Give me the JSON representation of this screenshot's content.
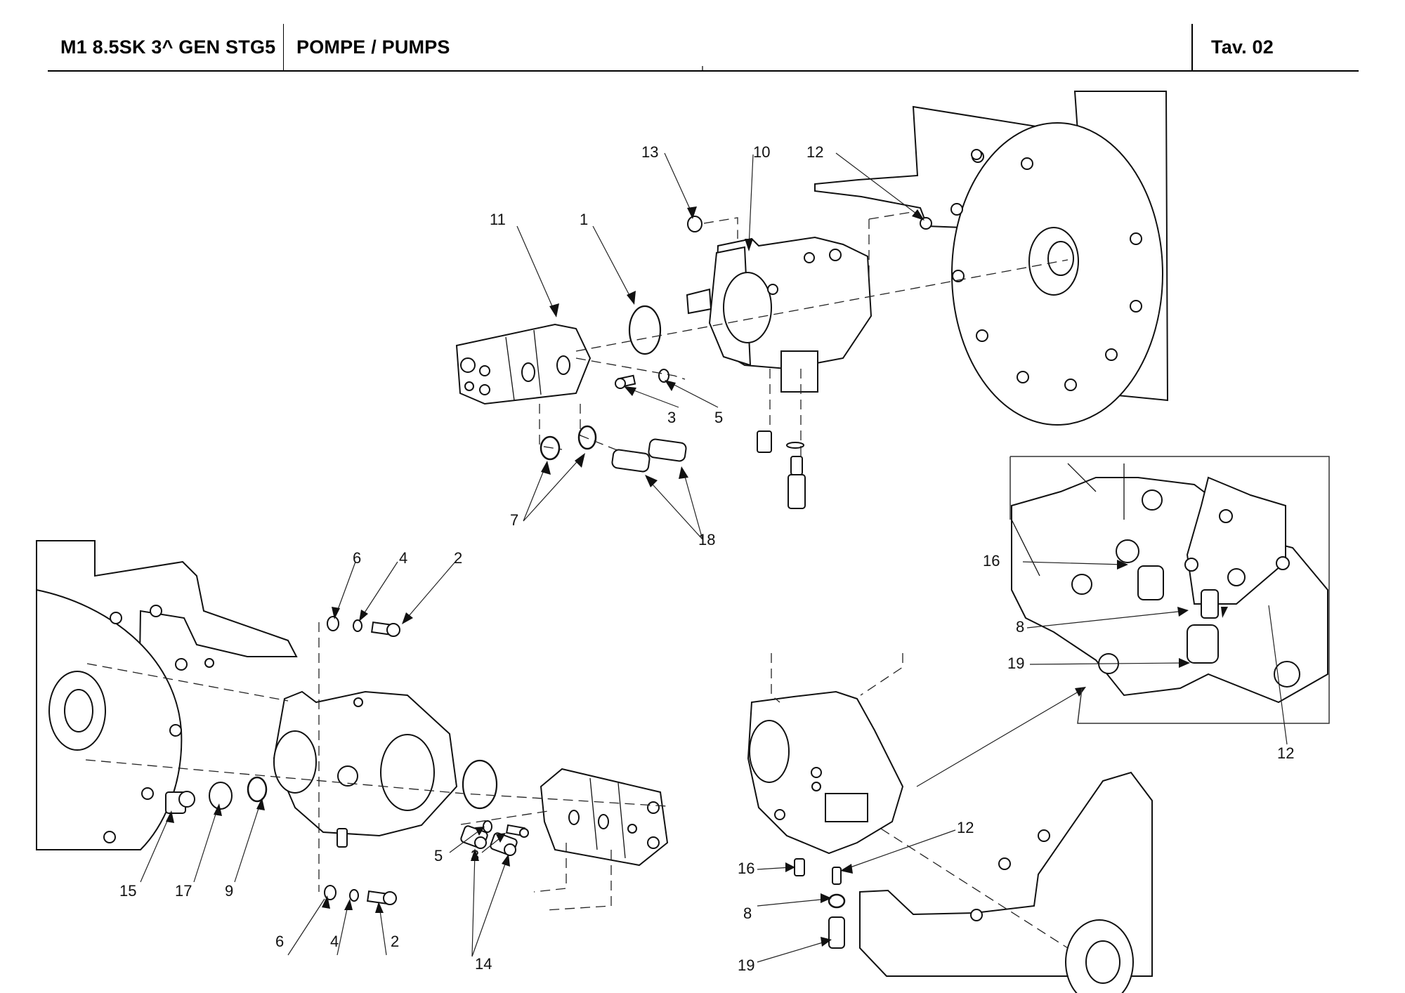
{
  "header": {
    "model": "M1 8.5SK 3^ GEN STG5",
    "section_title": "POMPE / PUMPS",
    "table_ref": "Tav.  02"
  },
  "callouts": {
    "top": {
      "c13": "13",
      "c10": "10",
      "c12": "12",
      "c11": "11",
      "c1": "1",
      "c3": "3",
      "c5": "5",
      "c7": "7",
      "c18": "18"
    },
    "bottom_left": {
      "c6a": "6",
      "c4a": "4",
      "c2a": "2",
      "c15": "15",
      "c17": "17",
      "c9": "9",
      "c5": "5",
      "c3": "3",
      "c6b": "6",
      "c4b": "4",
      "c2b": "2",
      "c14": "14"
    },
    "bottom_center": {
      "c12": "12",
      "c16": "16",
      "c8": "8",
      "c19": "19"
    },
    "detail": {
      "c16": "16",
      "c8": "8",
      "c19": "19",
      "c12": "12"
    }
  },
  "parts": [
    {
      "ref": "1",
      "icon": "o-ring-icon"
    },
    {
      "ref": "2",
      "icon": "bolt-icon"
    },
    {
      "ref": "3",
      "icon": "socket-screw-icon"
    },
    {
      "ref": "4",
      "icon": "lock-washer-icon"
    },
    {
      "ref": "5",
      "icon": "washer-icon"
    },
    {
      "ref": "6",
      "icon": "washer-icon"
    },
    {
      "ref": "7",
      "icon": "seal-ring-icon"
    },
    {
      "ref": "8",
      "icon": "seal-ring-icon"
    },
    {
      "ref": "9",
      "icon": "seal-ring-icon"
    },
    {
      "ref": "10",
      "icon": "hydrostatic-pump-icon"
    },
    {
      "ref": "11",
      "icon": "gear-pump-icon"
    },
    {
      "ref": "12",
      "icon": "fitting-icon"
    },
    {
      "ref": "13",
      "icon": "plug-icon"
    },
    {
      "ref": "14",
      "icon": "elbow-fitting-icon"
    },
    {
      "ref": "15",
      "icon": "elbow-fitting-icon"
    },
    {
      "ref": "16",
      "icon": "fitting-icon"
    },
    {
      "ref": "17",
      "icon": "adapter-icon"
    },
    {
      "ref": "18",
      "icon": "hose-fitting-icon"
    },
    {
      "ref": "19",
      "icon": "hose-fitting-icon"
    }
  ]
}
